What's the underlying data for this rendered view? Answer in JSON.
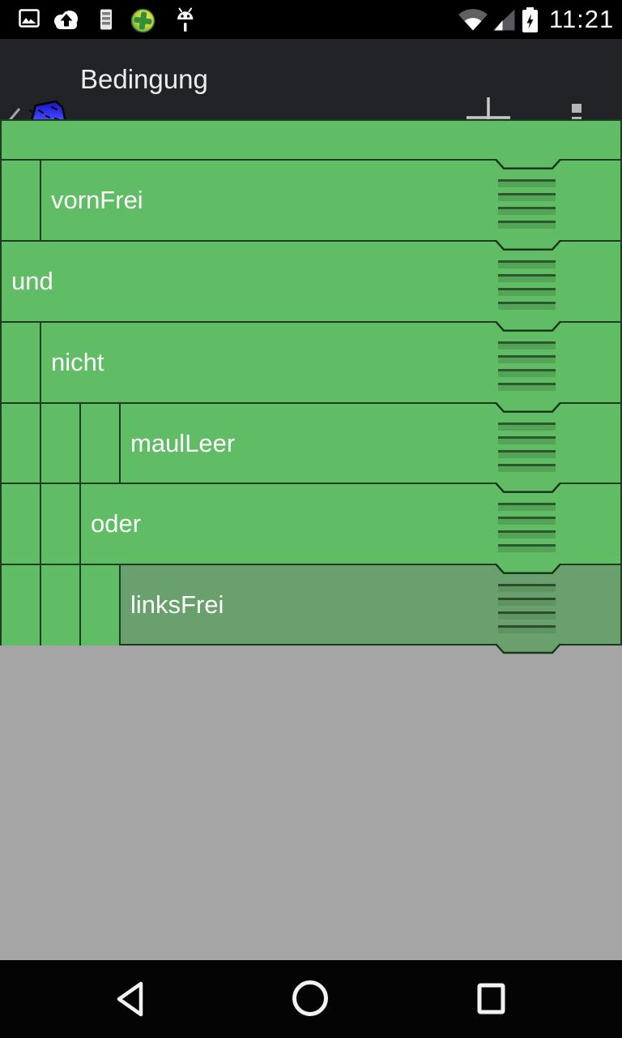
{
  "colors": {
    "block_green": "#61bd65",
    "selected_green": "#6aa06d",
    "handle_green": "#54a458",
    "border_dark": "#1e3c1f",
    "background_gray": "#a5a5a5",
    "appbar_dark": "#212326"
  },
  "status_bar": {
    "time": "11:21",
    "left_icons": [
      "photo",
      "cloud-upload",
      "storage",
      "app-updater",
      "droid"
    ],
    "right_icons": [
      "wifi",
      "cellular-signal",
      "battery-charging"
    ]
  },
  "app_bar": {
    "title": "Bedingung",
    "actions": [
      "add",
      "overflow-menu"
    ]
  },
  "condition_tree": {
    "rows": [
      {
        "label": "",
        "indent": 0,
        "kind": "connector-bar",
        "selected": false
      },
      {
        "label": "vornFrei",
        "indent": 1,
        "selected": false
      },
      {
        "label": "und",
        "indent": 0,
        "selected": false
      },
      {
        "label": "nicht",
        "indent": 1,
        "selected": false
      },
      {
        "label": "maulLeer",
        "indent": 3,
        "selected": false
      },
      {
        "label": "oder",
        "indent": 2,
        "selected": false
      },
      {
        "label": "linksFrei",
        "indent": 3,
        "selected": true
      }
    ]
  },
  "nav_bar": {
    "buttons": [
      "back",
      "home",
      "recents"
    ]
  }
}
